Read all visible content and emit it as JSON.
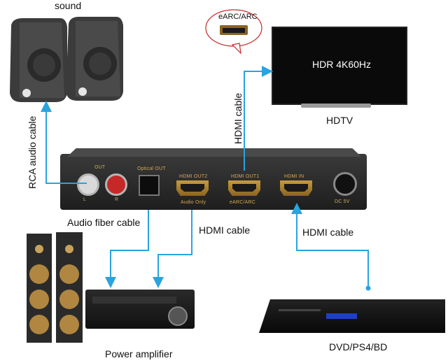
{
  "labels": {
    "sound": "sound",
    "rca_cable": "RCA audio cable",
    "hdmi_cable_vertical": "HDMI cable",
    "earc_bubble": "eARC/ARC",
    "tv_screen": "HDR 4K60Hz",
    "hdtv": "HDTV",
    "audio_fiber_cable": "Audio fiber cable",
    "hdmi_cable_amp": "HDMI cable",
    "hdmi_cable_player": "HDMI cable",
    "power_amplifier": "Power amplifier",
    "player": "DVD/PS4/BD"
  },
  "device_panel": {
    "rca_out": "OUT",
    "rca_l": "L",
    "rca_r": "R",
    "optical_out": "Optical OUT",
    "hdmi_out2": "HDMI OUT2",
    "hdmi_out1": "HDMI OUT1",
    "hdmi_in": "HDMI IN",
    "audio_only": "Audio Only",
    "earc_arc": "eARC/ARC",
    "dc5v": "DC 5V"
  },
  "colors": {
    "arrow": "#2aa3df",
    "device": "#2c2c2c",
    "gold": "#d4a94f"
  }
}
